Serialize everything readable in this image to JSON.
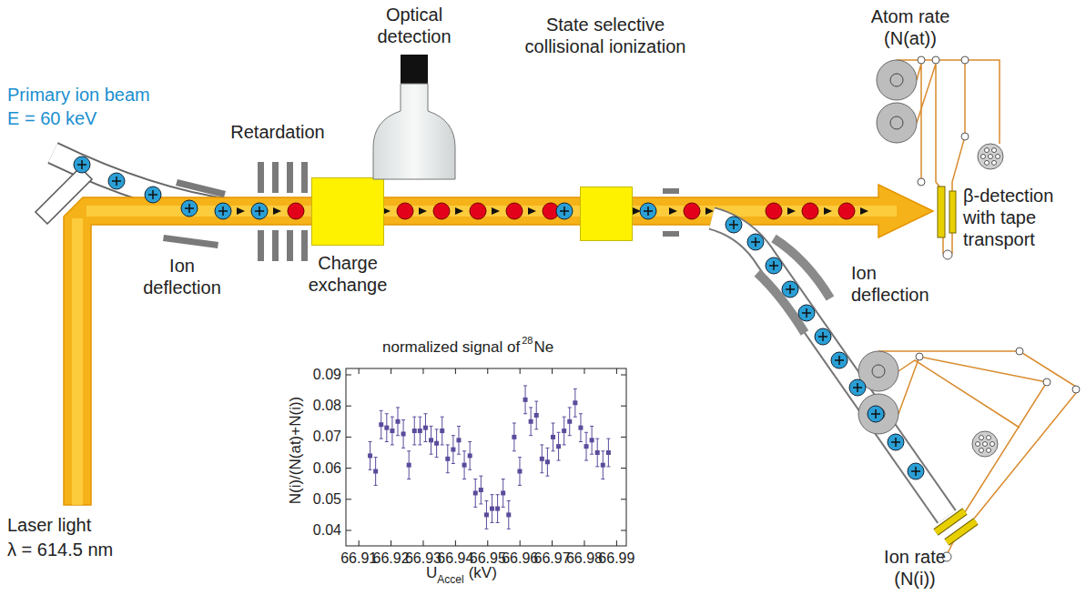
{
  "diagram": {
    "nodes": [
      {
        "text": [
          "Charge exchange"
        ]
      },
      {
        "text": [
          "Optical detection"
        ]
      },
      {
        "text": [
          "State selective collisional ionization"
        ]
      }
    ],
    "labels": [
      "Primary ion beam",
      "E = 60 keV",
      "Retardation",
      "Ion deflection",
      "Laser light",
      "λ = 614.5 nm",
      "Atom rate (N(at))",
      "β-detection with tape transport",
      "Ion deflection",
      "Ion rate (N(i))",
      "normalized signal of",
      "28",
      "Ne",
      "N(i)/(N(at)+N(i))",
      "U",
      "Accel",
      "(kV)",
      "0.09",
      "0.08",
      "0.07",
      "0.06",
      "0.05",
      "0.04",
      "66.91",
      "66.92",
      "66.93",
      "66.94",
      "66.95",
      "66.96",
      "66.97",
      "66.98",
      "66.99"
    ]
  }
}
